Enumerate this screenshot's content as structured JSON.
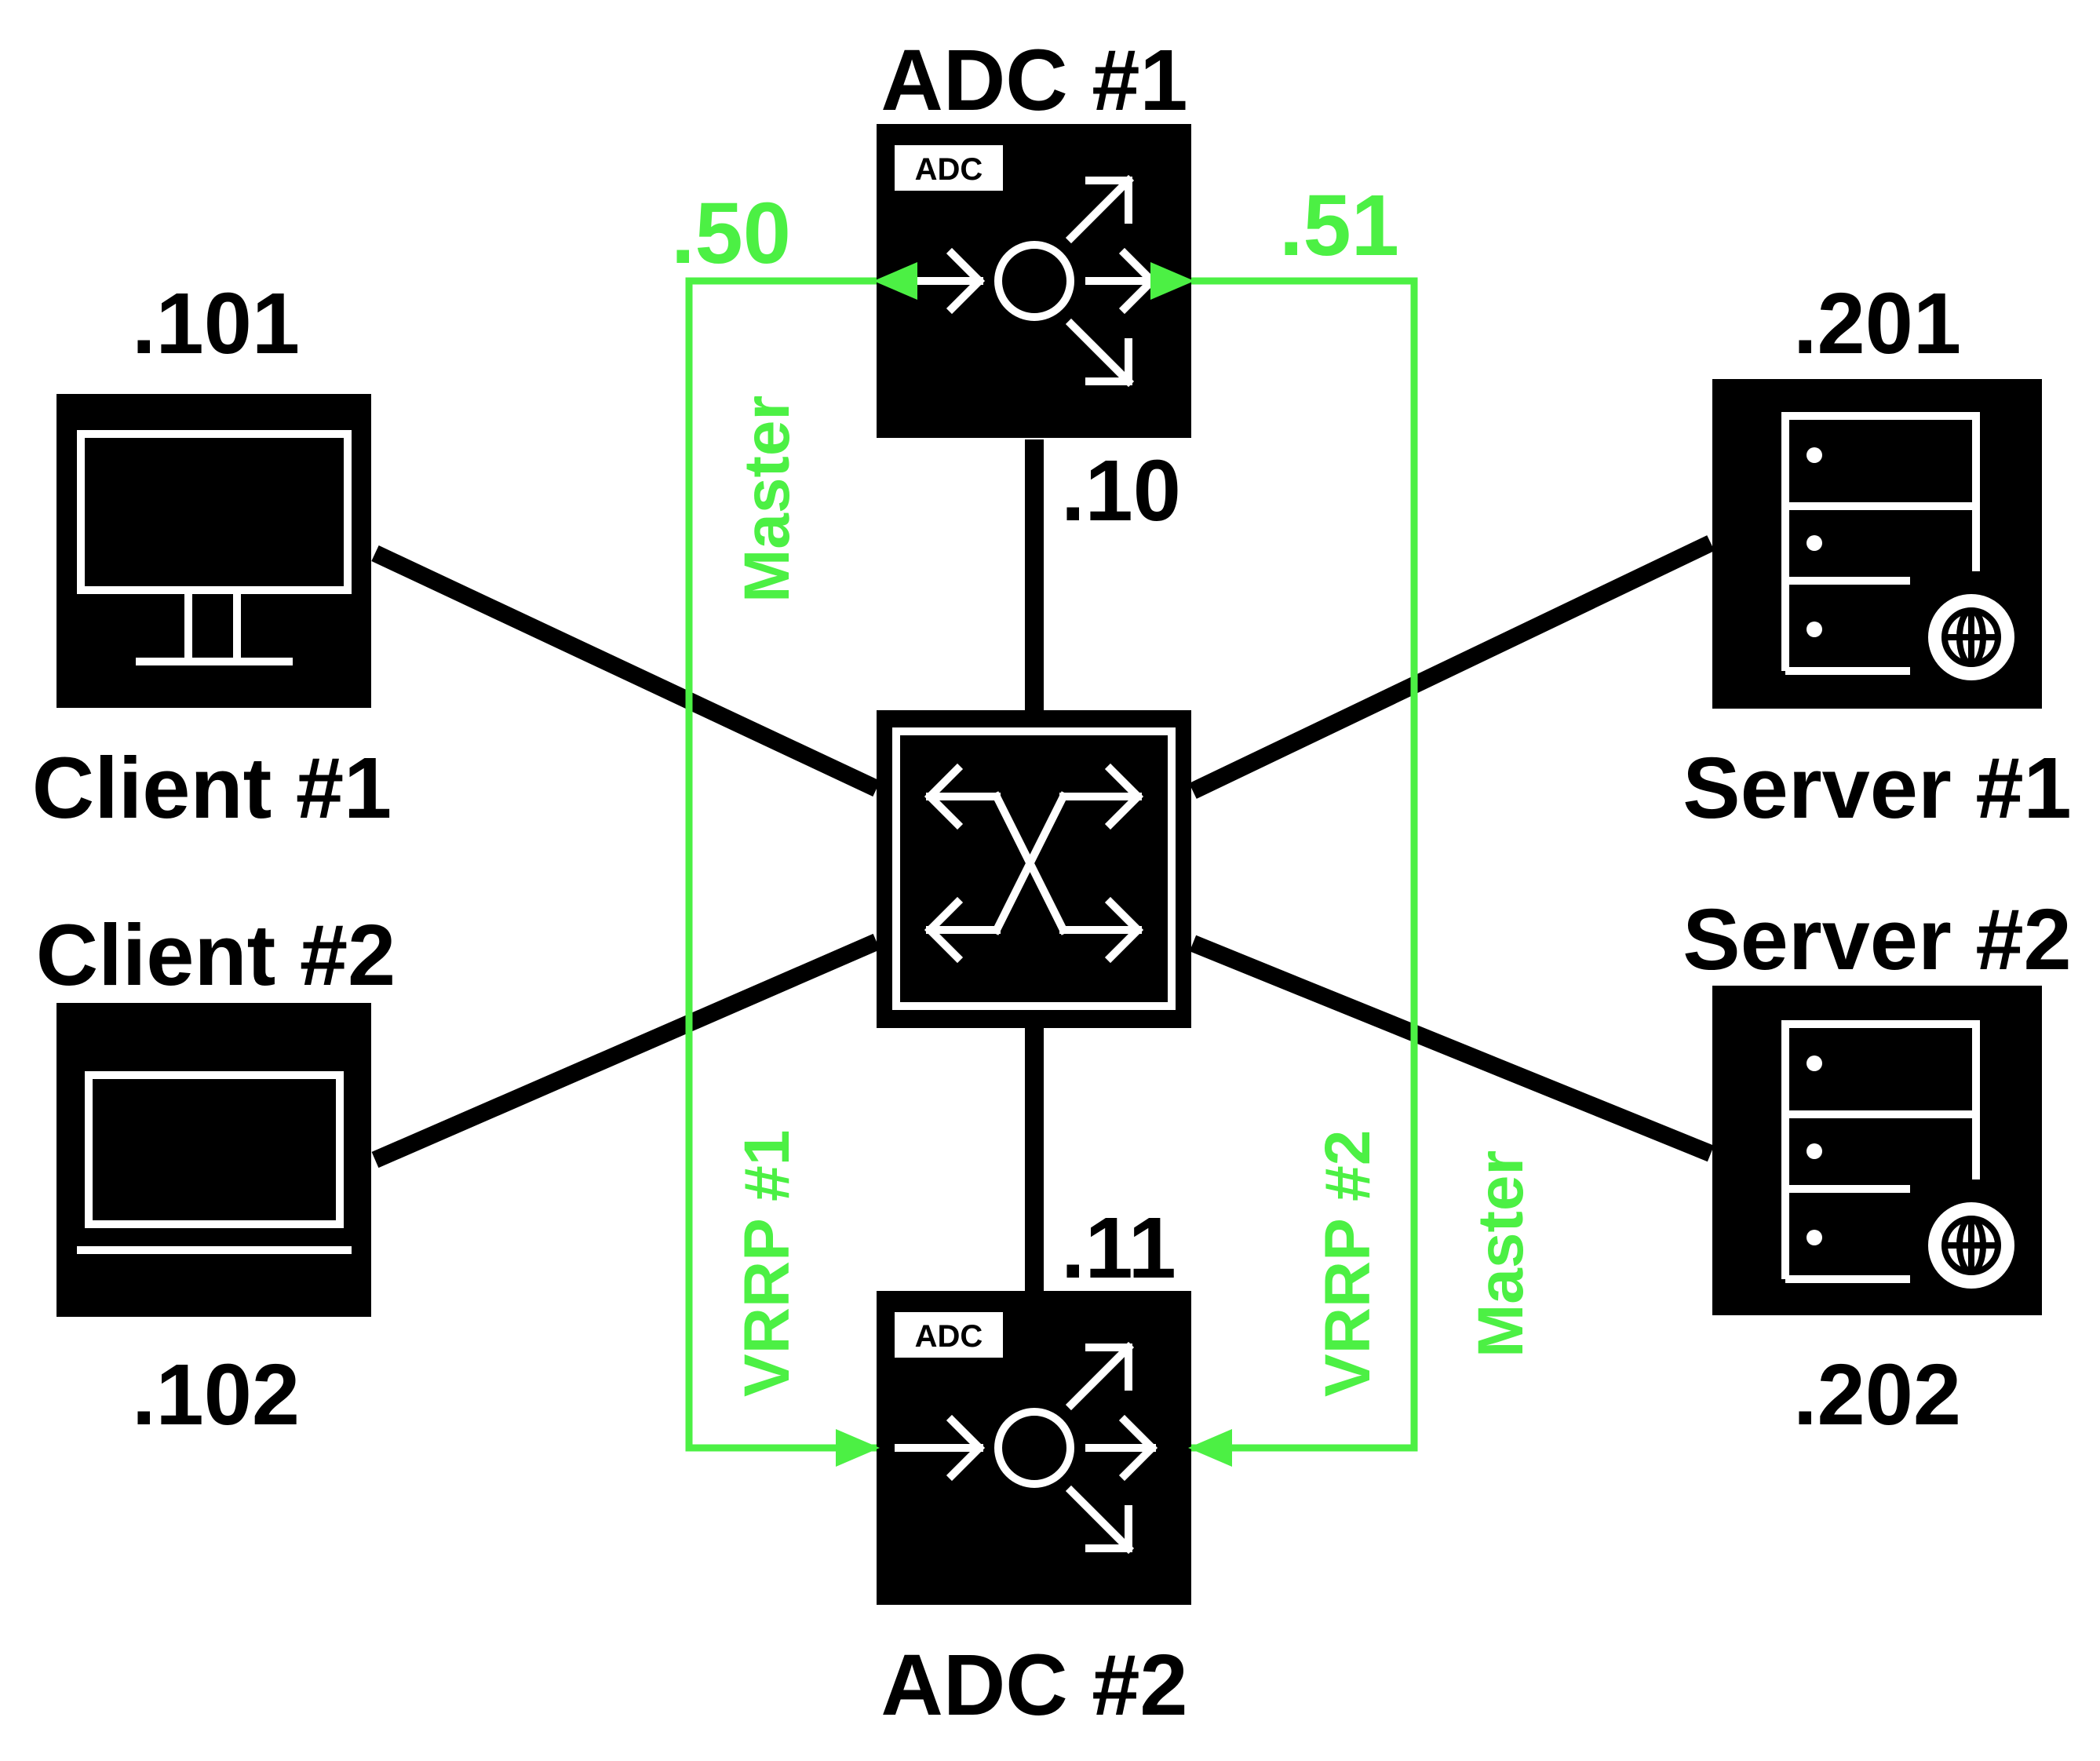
{
  "colors": {
    "device": "#000000",
    "icon": "#ffffff",
    "link": "#000000",
    "vrrp": "#4cf044",
    "background": "#ffffff"
  },
  "adc1": {
    "title": "ADC #1",
    "badge": "ADC",
    "ip": ".10",
    "icon": "load-balancer-icon"
  },
  "adc2": {
    "title": "ADC #2",
    "badge": "ADC",
    "ip": ".11",
    "icon": "load-balancer-icon"
  },
  "switch": {
    "icon": "switch-icon"
  },
  "client1": {
    "label": "Client #1",
    "ip": ".101",
    "icon": "desktop-monitor-icon"
  },
  "client2": {
    "label": "Client #2",
    "ip": ".102",
    "icon": "laptop-icon"
  },
  "server1": {
    "label": "Server #1",
    "ip": ".201",
    "icon": "web-server-icon"
  },
  "server2": {
    "label": "Server #2",
    "ip": ".202",
    "icon": "web-server-icon"
  },
  "vrrp1": {
    "vip": ".50",
    "name": "VRRP #1",
    "role": "Master"
  },
  "vrrp2": {
    "vip": ".51",
    "name": "VRRP #2",
    "role": "Master"
  }
}
